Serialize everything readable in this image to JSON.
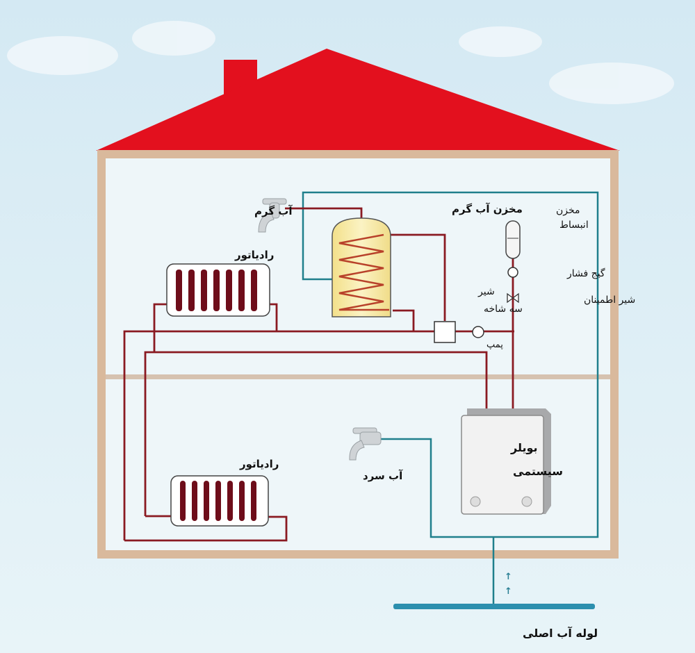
{
  "labels": {
    "hot_water_tap": "آب گرم",
    "hot_water_tank": "مخزن آب گرم",
    "expansion_tank_line1": "مخزن",
    "expansion_tank_line2": "انبساط",
    "pressure_gauge": "گیج فشار",
    "safety_valve": "شیر اطمینان",
    "three_way_valve_line1": "شیر",
    "three_way_valve_line2": "سه شاخه",
    "pump": "پمپ",
    "radiator_upper": "رادیاتور",
    "radiator_lower": "رادیاتور",
    "cold_water_tap": "آب سرد",
    "boiler_line1": "بویلر",
    "boiler_line2": "سیستمی",
    "main_water_pipe": "لوله آب اصلی"
  },
  "colors": {
    "roof": "#e3101e",
    "wall": "#d9b99c",
    "hot_pipe": "#8a1a22",
    "cold_pipe": "#1f7f8c",
    "radiator_fin": "#6e0d1a",
    "tank_fill": "#f9eeaa"
  }
}
